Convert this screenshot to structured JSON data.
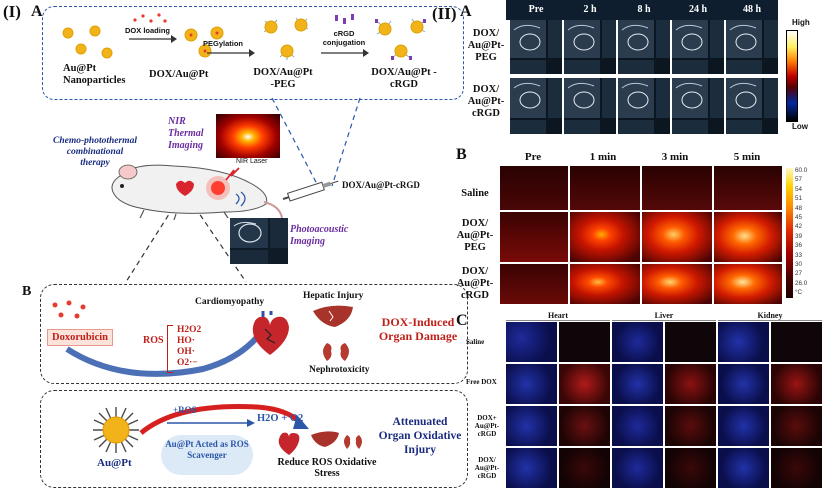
{
  "panel_I": {
    "label": "(I)",
    "sub_a": "A",
    "sub_b": "B",
    "steps": [
      "DOX loading",
      "PEGylation",
      "cRGD conjugation"
    ],
    "particles": [
      "Au@Pt Nanoparticles",
      "DOX/Au@Pt",
      "DOX/Au@Pt -PEG",
      "DOX/Au@Pt -cRGD"
    ],
    "nir_title": "NIR Thermal Imaging",
    "nir_laser": "NIR Laser",
    "therapy": "Chemo-photothermal combinational therapy",
    "injection": "DOX/Au@Pt-cRGD",
    "pa_title": "Photoacoustic Imaging",
    "b_box1": {
      "drug": "Doxorubicin",
      "ros": "ROS",
      "ros_species": [
        "H2O2",
        "HO·",
        "OH·",
        "O2·−"
      ],
      "organs": [
        "Cardiomyopathy",
        "Hepatic Injury",
        "Nephrotoxicity"
      ],
      "outcome": "DOX-Induced Organ Damage"
    },
    "b_box2": {
      "particle": "Au@Pt",
      "reaction_in": "+ROS",
      "reaction_out": "H2O + O2",
      "cloud": "Au@Pt Acted as ROS Scavenger",
      "result": "Reduce ROS Oxidative Stress",
      "outcome": "Attenuated Organ Oxidative Injury"
    }
  },
  "panel_II": {
    "label": "(II)",
    "sub_a": "A",
    "sub_b": "B",
    "sub_c": "C",
    "pa_columns": [
      "Pre",
      "2 h",
      "8 h",
      "24 h",
      "48 h"
    ],
    "pa_rows": [
      "DOX/ Au@Pt- PEG",
      "DOX/ Au@Pt- cRGD"
    ],
    "pa_scale": [
      "High",
      "Low"
    ],
    "th_columns": [
      "Pre",
      "1 min",
      "3 min",
      "5 min"
    ],
    "th_rows": [
      "Saline",
      "DOX/ Au@Pt- PEG",
      "DOX/ Au@Pt- cRGD"
    ],
    "th_scale": [
      "60.0",
      "57",
      "54",
      "51",
      "48",
      "45",
      "42",
      "39",
      "36",
      "33",
      "30",
      "27",
      "26.0",
      "°C"
    ],
    "he_columns": [
      "Heart",
      "Liver",
      "Kidney"
    ],
    "he_rows": [
      "Saline",
      "Free DOX",
      "DOX+ Au@Pt- cRGD",
      "DOX/ Au@Pt- cRGD"
    ]
  },
  "colors": {
    "process_blue": "#2b57a8",
    "gold": "#f2b21a",
    "dox_red": "#e63b2e",
    "heat_scale_top": "#fff7c0",
    "heat_scale_bottom": "#1a0000"
  }
}
